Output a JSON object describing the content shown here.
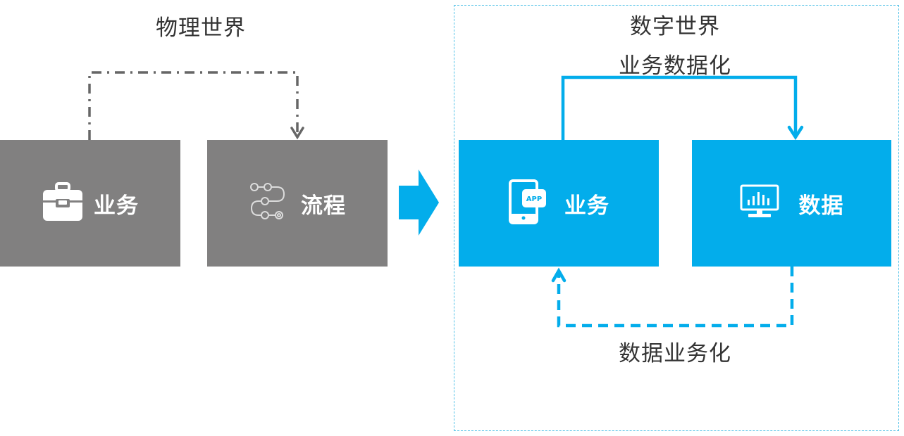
{
  "physical_world": {
    "title": "物理世界",
    "boxes": [
      {
        "label": "业务",
        "icon": "briefcase-icon"
      },
      {
        "label": "流程",
        "icon": "process-flow-icon"
      }
    ],
    "connector": {
      "from": "业务",
      "to": "流程",
      "style": "dash-dot"
    }
  },
  "transition_arrow": {
    "icon": "arrow-right-icon",
    "from": "物理世界",
    "to": "数字世界"
  },
  "digital_world": {
    "title": "数字世界",
    "boxes": [
      {
        "label": "业务",
        "icon": "mobile-app-icon",
        "icon_text": "APP"
      },
      {
        "label": "数据",
        "icon": "monitor-chart-icon"
      }
    ],
    "connectors": [
      {
        "label": "业务数据化",
        "from": "业务",
        "to": "数据",
        "style": "solid"
      },
      {
        "label": "数据业务化",
        "from": "数据",
        "to": "业务",
        "style": "dashed"
      }
    ]
  },
  "colors": {
    "gray_box": "#818080",
    "blue_box": "#03adeb",
    "gray_line": "#666666",
    "blue_line": "#03adeb",
    "frame": "#55c3e8",
    "text": "#333333"
  }
}
